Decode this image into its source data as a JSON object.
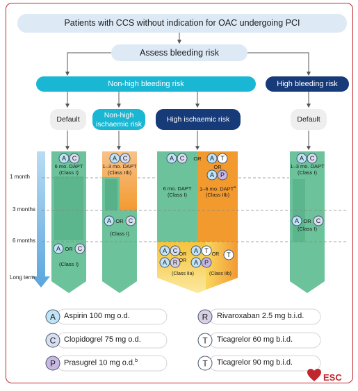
{
  "top_box": "Patients with CCS without indication for OAC undergoing PCI",
  "assess_box": "Assess bleeding risk",
  "non_high_bleeding": "Non-high bleeding risk",
  "high_bleeding": "High bleeding risk",
  "subgroups": {
    "default_left": "Default",
    "non_high_ischaemic": [
      "Non-high",
      "ischaemic risk"
    ],
    "high_ischaemic": "High ischaemic risk",
    "default_right": "Default"
  },
  "timeline": {
    "one_month": "1 month",
    "three_months": "3 months",
    "six_months": "6 months",
    "long_term": "Long term"
  },
  "col1": {
    "badges": [
      "A",
      "C"
    ],
    "line1": "6 mo. DAPT",
    "line2": "(Class I)",
    "lower_badges": [
      "A",
      "C"
    ],
    "or": "OR",
    "lower_class": "(Class I)"
  },
  "col2": {
    "badges": [
      "A",
      "C"
    ],
    "line1": "1–3 mo. DAPT",
    "line2": "(Class IIb)",
    "lower_badges": [
      "A",
      "C"
    ],
    "or": "OR",
    "lower_class": "(Class I)"
  },
  "col3": {
    "left_badges": [
      "A",
      "C"
    ],
    "or_top": "OR",
    "right_badges": [
      "A",
      "T",
      "A",
      "P"
    ],
    "or_mid": "OR",
    "left_line1": "6 mo. DAPT",
    "left_line2": "(Class I)",
    "right_line1": "1–6 mo. DAPT",
    "right_sup": "a",
    "right_line2": "(Class IIb)",
    "lt_left_badges": [
      "A",
      "C",
      "A",
      "R"
    ],
    "lt_or1": "OR",
    "lt_or2": "OR",
    "lt_mid_badges": [
      "A",
      "T",
      "A",
      "P"
    ],
    "lt_or3": "OR",
    "lt_right_badge": "T",
    "lt_class_left": "(Class IIa)",
    "lt_class_right": "(Class IIb)"
  },
  "col4": {
    "badges": [
      "A",
      "C"
    ],
    "line1": "1–3 mo. DAPT",
    "line2": "(Class I)",
    "lower_badges": [
      "A",
      "C"
    ],
    "or": "OR",
    "lower_class": "(Class I)"
  },
  "legend": [
    {
      "letter": "A",
      "label": "Aspirin 100 mg o.d.",
      "sup": ""
    },
    {
      "letter": "R",
      "label": "Rivaroxaban 2.5 mg b.i.d.",
      "sup": ""
    },
    {
      "letter": "C",
      "label": "Clopidogrel 75 mg o.d.",
      "sup": ""
    },
    {
      "letter": "T",
      "label": "Ticagrelor 60 mg b.i.d.",
      "sup": ""
    },
    {
      "letter": "P",
      "label": "Prasugrel 10 mg o.d.",
      "sup": "b"
    },
    {
      "letter": "T",
      "label": "Ticagrelor 90 mg b.i.d.",
      "sup": ""
    }
  ],
  "logo": "ESC",
  "colors": {
    "pale_blue": "#ddeaf6",
    "cyan": "#1ab7d4",
    "navy": "#173a78",
    "green": "#6cc29a",
    "green_dark": "#3d9d76",
    "orange": "#f39a2f",
    "yellow": "#f8d44a",
    "red": "#c0262d"
  }
}
